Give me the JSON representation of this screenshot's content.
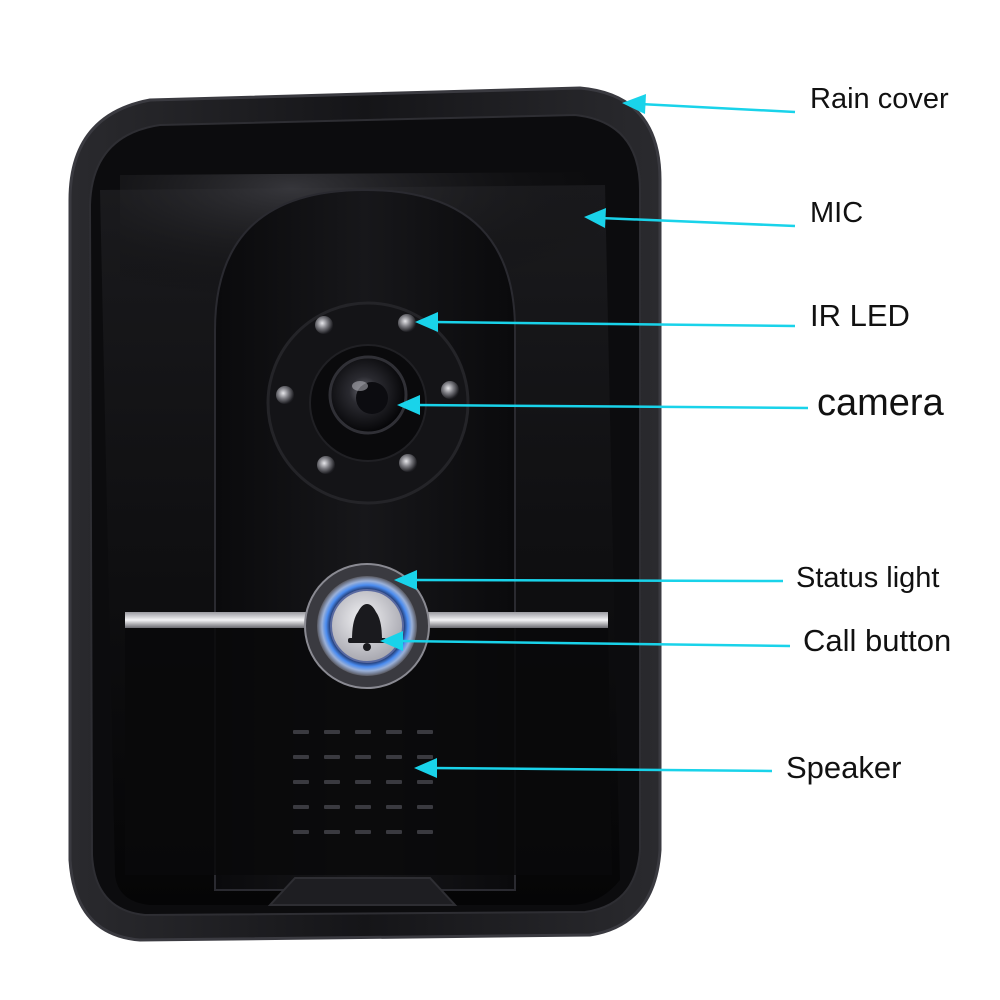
{
  "labels": {
    "rain_cover": "Rain cover",
    "mic": "MIC",
    "ir_led": "IR LED",
    "camera": "camera",
    "status_light": "Status light",
    "call_button": "Call button",
    "speaker": "Speaker"
  },
  "colors": {
    "callout_line": "#19d3ea",
    "device_body": "#0d0d0f",
    "rain_cover": "#1c1c1f",
    "status_ring": "#3d7be0",
    "background": "#ffffff"
  },
  "icons": {
    "call_button": "bell-icon"
  }
}
